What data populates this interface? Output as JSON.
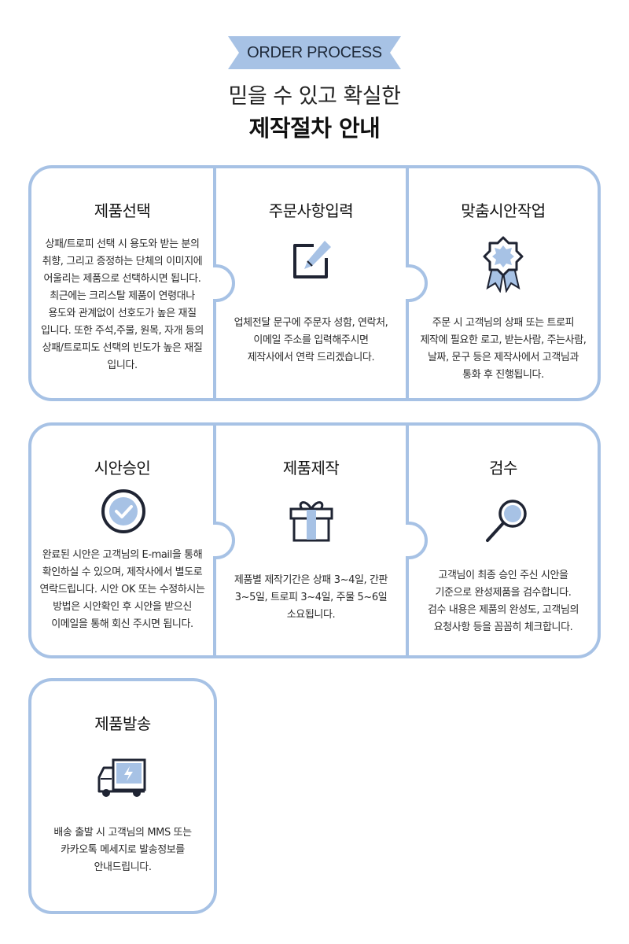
{
  "header": {
    "ribbon_label": "ORDER PROCESS",
    "headline": "믿을 수 있고 확실한",
    "subheadline": "제작절차 안내"
  },
  "colors": {
    "frame": "#a7c2e5",
    "icon_dark": "#1f2433",
    "icon_fill": "#a7c2e5"
  },
  "steps": [
    {
      "title": "제품선택",
      "icon": "none",
      "lines": [
        "상패/트로피 선택 시 용도와 받는 분의",
        "취향, 그리고 증정하는 단체의 이미지에",
        "어울리는 제품으로 선택하시면 됩니다.",
        "최근에는 크리스탈 제품이 연령대나",
        "용도와 관계없이 선호도가 높은 재질",
        "입니다. 또한 주석,주물, 원목, 자개 등의",
        "상패/트로피도 선택의 빈도가 높은 재질",
        "입니다."
      ]
    },
    {
      "title": "주문사항입력",
      "icon": "edit-pencil-icon",
      "lines": [
        "업체전달 문구에 주문자 성함, 연락처,",
        "이메일 주소를 입력해주시면",
        "제작사에서 연락 드리겠습니다."
      ]
    },
    {
      "title": "맞춤시안작업",
      "icon": "award-badge-icon",
      "lines": [
        "주문 시 고객님의 상패 또는 트로피",
        "제작에 필요한 로고, 받는사람, 주는사람,",
        "날짜, 문구 등은 제작사에서 고객님과",
        "통화 후 진행됩니다."
      ]
    },
    {
      "title": "시안승인",
      "icon": "check-circle-icon",
      "lines": [
        "완료된 시안은 고객님의 E-mail을 통해",
        "확인하실 수 있으며, 제작사에서 별도로",
        "연락드립니다. 시안 OK 또는 수정하시는",
        "방법은 시안확인 후 시안을 받으신",
        "이메일을 통해 회신 주시면 됩니다."
      ]
    },
    {
      "title": "제품제작",
      "icon": "gift-box-icon",
      "lines": [
        "제품별 제작기간은 상패 3~4일, 간판",
        "3~5일, 트로피 3~4일, 주물 5~6일",
        "소요됩니다."
      ]
    },
    {
      "title": "검수",
      "icon": "magnifier-icon",
      "lines": [
        "고객님이 최종 승인 주신 시안을",
        "기준으로 완성제품을 검수합니다.",
        "검수 내용은 제품의 완성도, 고객님의",
        "요청사항 등을 꼼꼼히 체크합니다."
      ]
    },
    {
      "title": "제품발송",
      "icon": "delivery-truck-icon",
      "lines": [
        "배송 출발 시 고객님의 MMS 또는",
        "카카오톡 메세지로 발송정보를",
        "안내드립니다."
      ]
    }
  ]
}
